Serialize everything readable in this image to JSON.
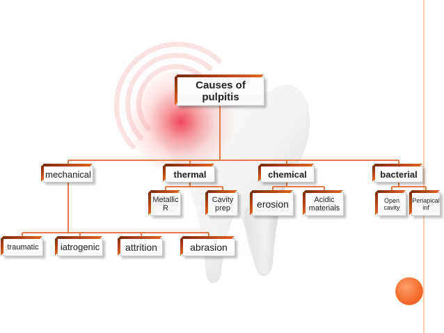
{
  "colors": {
    "accent_orange": "#f26b2a",
    "connector": "#e27a45",
    "glow_red": "#eb283c",
    "frame": "#f6c9ac"
  },
  "icons": [
    "tooth-illustration",
    "pain-glow",
    "orange-circle-decoration"
  ],
  "diagram": {
    "root": "Causes of\npulpitis",
    "categories": [
      "mechanical",
      "thermal",
      "chemical",
      "bacterial"
    ],
    "mechanical": [
      "traumatic",
      "iatrogenic",
      "attrition",
      "abrasion"
    ],
    "thermal": [
      "Metallic\nR",
      "Cavity\nprep"
    ],
    "chemical": [
      "erosion",
      "Acidic\nmaterials"
    ],
    "bacterial": [
      "Open\ncavity",
      "Periapical\ninf"
    ]
  }
}
